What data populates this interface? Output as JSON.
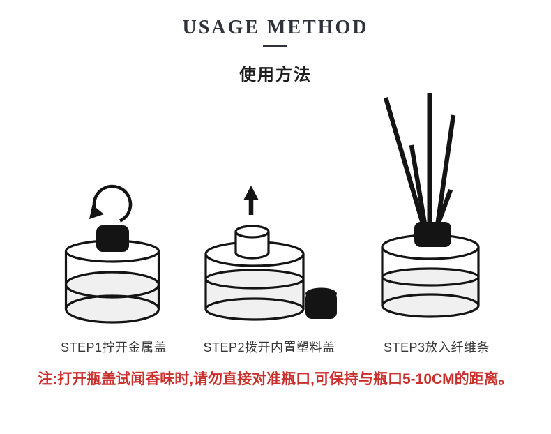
{
  "header": {
    "title_en": "USAGE METHOD",
    "title_cn": "使用方法"
  },
  "steps": [
    {
      "id": "step-1",
      "label": "STEP1拧开金属盖",
      "illustration": "bottle-with-metal-cap-and-rotate-arrow"
    },
    {
      "id": "step-2",
      "label": "STEP2拨开内置塑料盖",
      "illustration": "bottle-with-inner-plug-up-arrow-and-removed-cap"
    },
    {
      "id": "step-3",
      "label": "STEP3放入纤维条",
      "illustration": "bottle-with-reed-sticks"
    }
  ],
  "note": "注:打开瓶盖试闻香味时,请勿直接对准瓶口,可保持与瓶口5-10CM的距离。",
  "note_distance": "5-10CM",
  "colors": {
    "ink": "#141414",
    "title": "#2e333b",
    "label_text": "#383838",
    "note_red": "#c9302c",
    "liquid_gray": "#f0f0f0",
    "background": "#ffffff"
  }
}
